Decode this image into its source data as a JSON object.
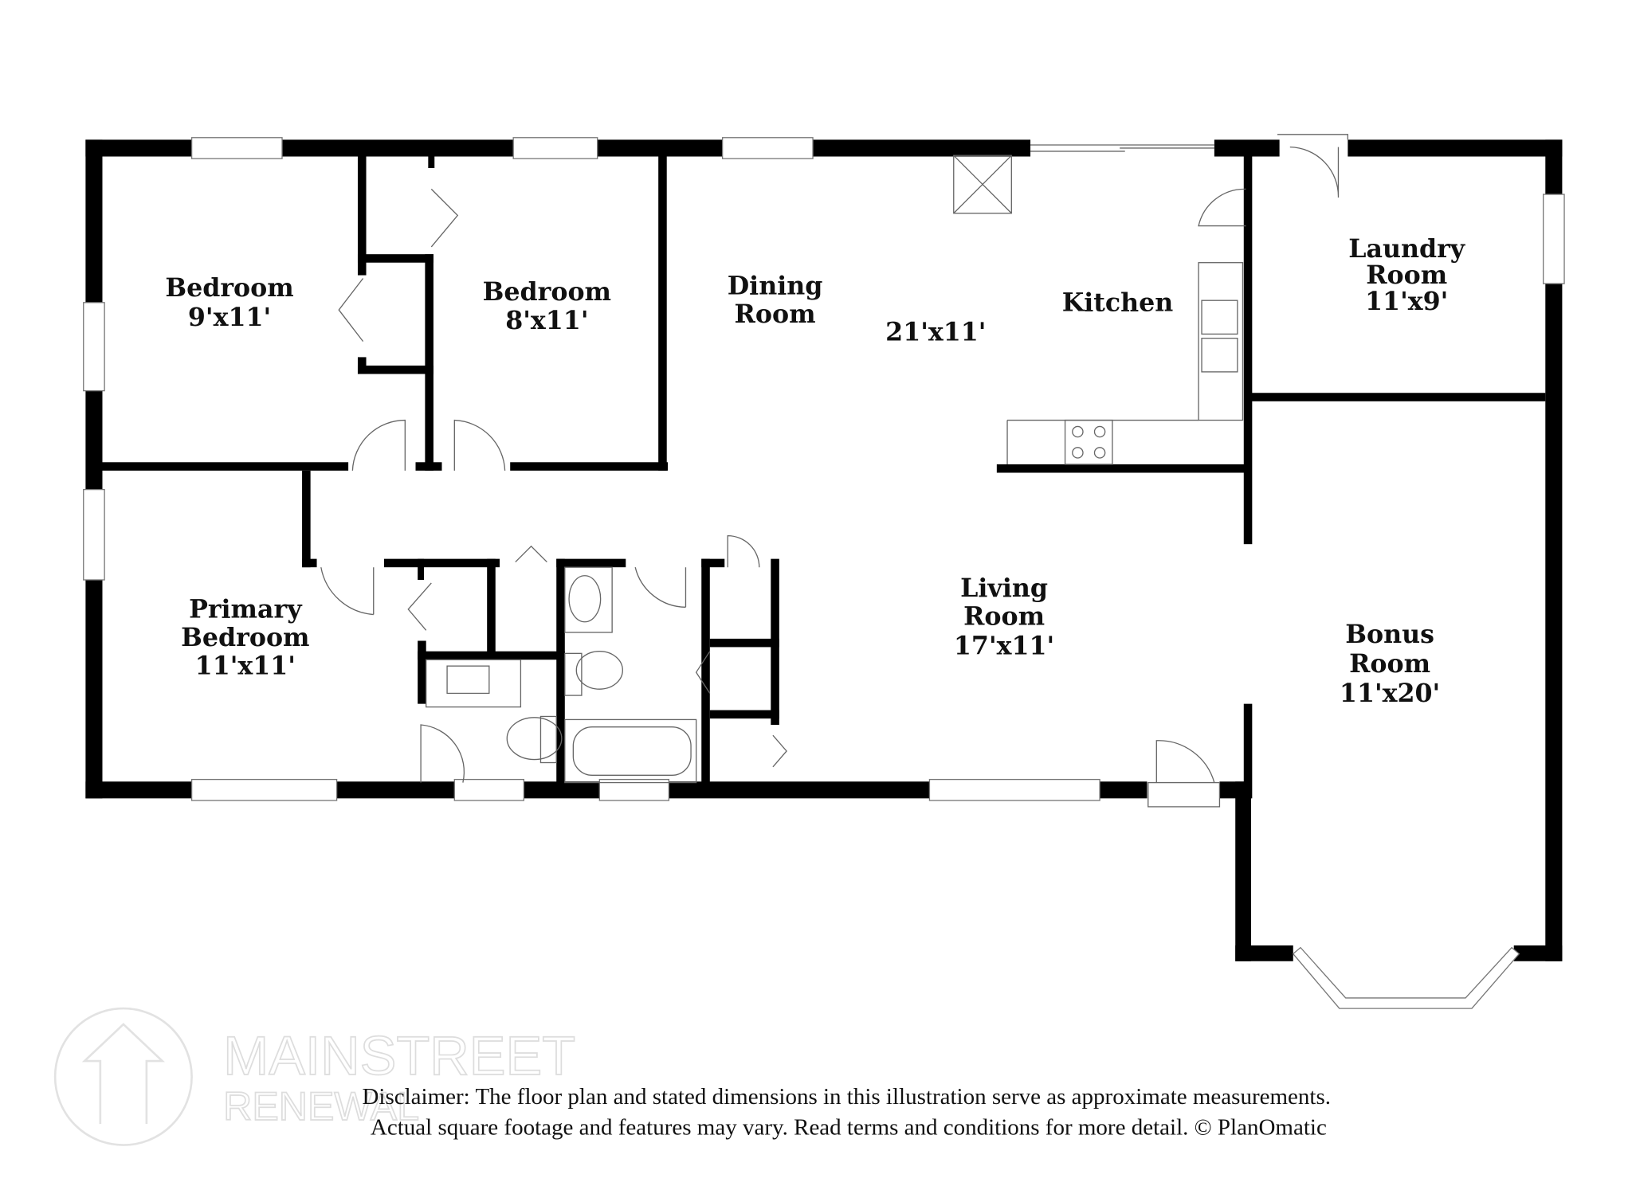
{
  "rooms": {
    "bedroom1": {
      "name": "Bedroom",
      "size": "9'x11'"
    },
    "bedroom2": {
      "name": "Bedroom",
      "size": "8'x11'"
    },
    "dining": {
      "name1": "Dining",
      "name2": "Room"
    },
    "kitchen_dining_size": "21'x11'",
    "kitchen": {
      "name": "Kitchen"
    },
    "laundry": {
      "name1": "Laundry",
      "name2": "Room",
      "size": "11'x9'"
    },
    "primary": {
      "name1": "Primary",
      "name2": "Bedroom",
      "size": "11'x11'"
    },
    "living": {
      "name1": "Living",
      "name2": "Room",
      "size": "17'x11'"
    },
    "bonus": {
      "name1": "Bonus",
      "name2": "Room",
      "size": "11'x20'"
    }
  },
  "watermark": {
    "line1": "MAINSTREET",
    "line2": "RENEWAL"
  },
  "disclaimer": {
    "line1": "Disclaimer: The floor plan and stated dimensions in this illustration serve as approximate measurements.",
    "line2": "Actual square footage and features may vary. Read terms and conditions for more detail. © PlanOmatic"
  }
}
